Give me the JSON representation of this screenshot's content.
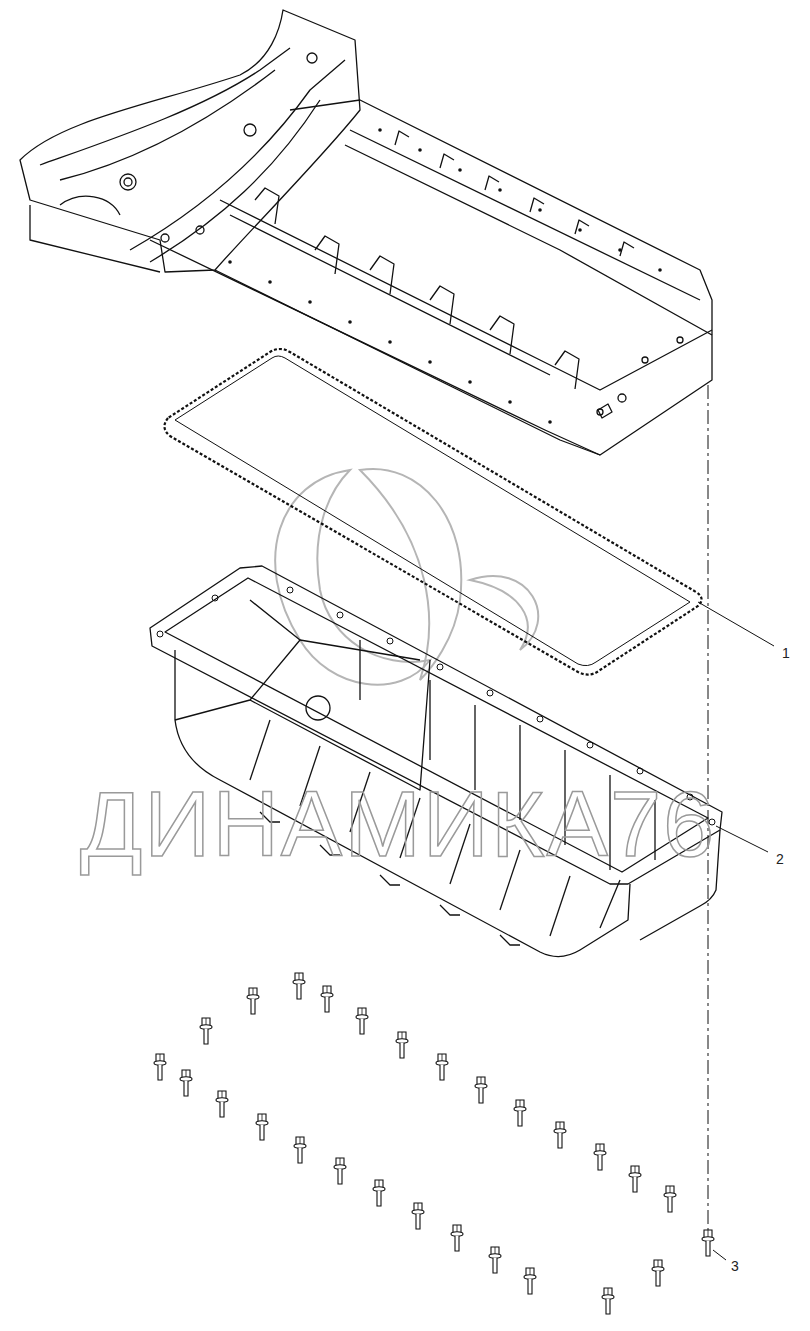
{
  "diagram": {
    "labels": [
      "1",
      "2",
      "3",
      "ДИНАМИКА76"
    ]
  }
}
